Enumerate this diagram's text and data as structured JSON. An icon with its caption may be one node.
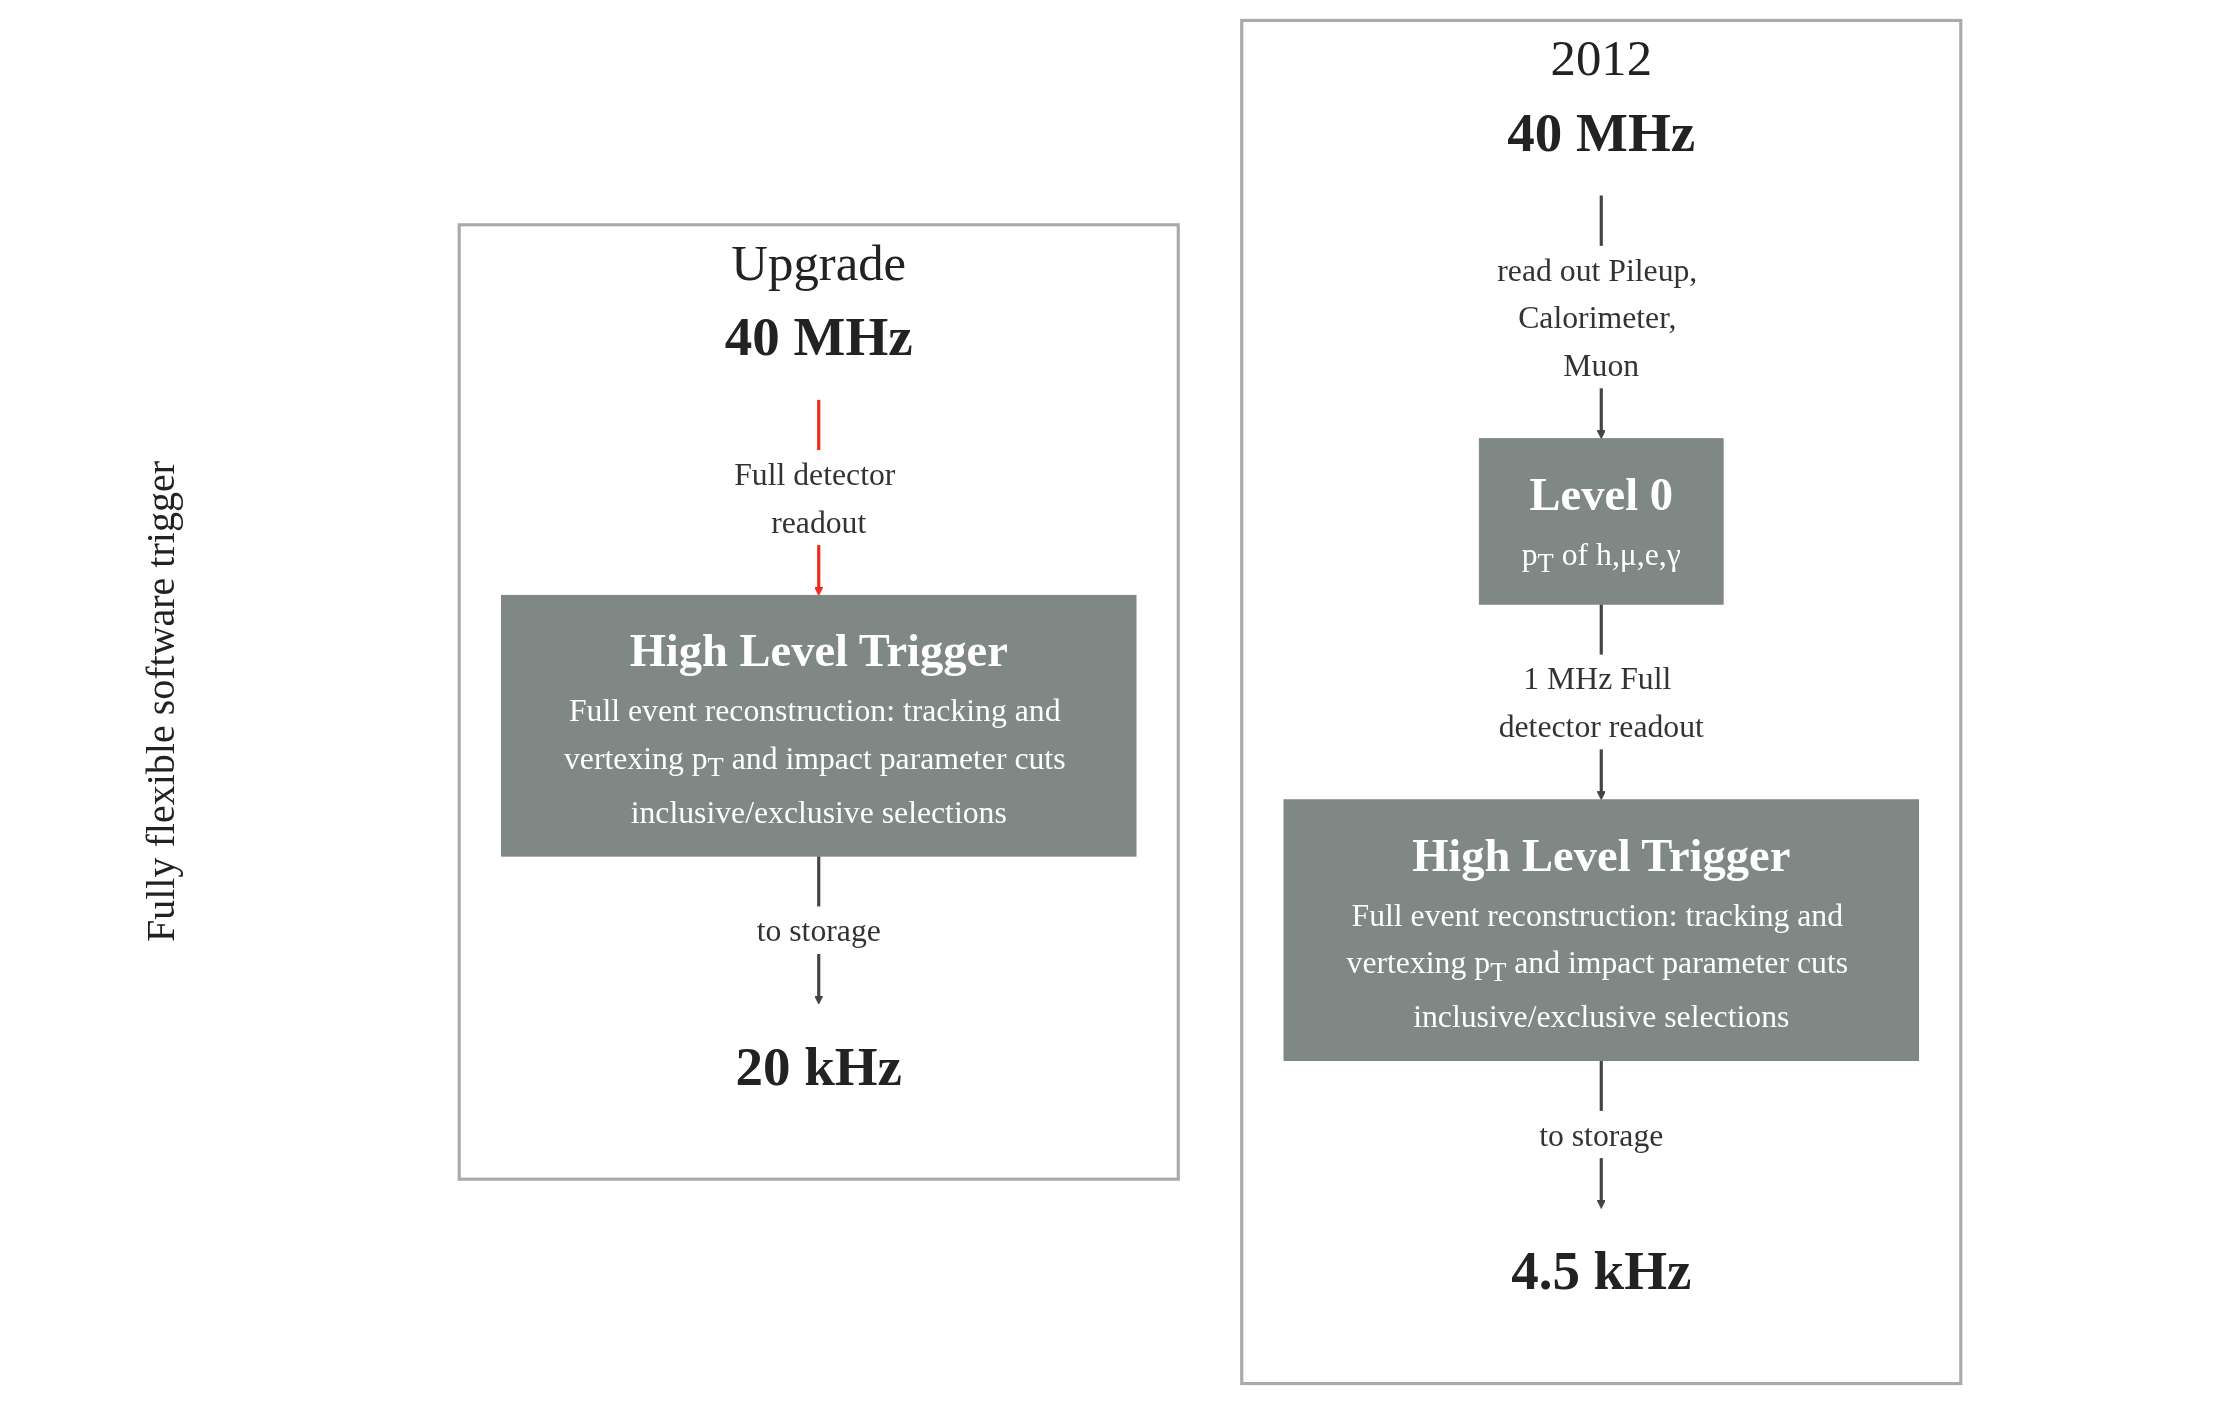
{
  "diagram": {
    "nodes": [
      {
        "text": [
          "2012"
        ]
      },
      {
        "text": [
          "40 MHz"
        ],
        "in": 0
      },
      {
        "text": [
          "Level 0",
          "p$_{T}$ of h,μ,e,γ"
        ],
        "in": 0
      },
      {
        "text": [
          "High Level Trigger",
          "Full event reconstruction: tracking and vertexing p$_{T}$ and impact parameter cuts inclusive/exclusive selections"
        ],
        "in": 0
      },
      {
        "text": [
          "4.5 kHz"
        ],
        "in": 0
      },
      {
        "text": [
          "Upgrade"
        ]
      },
      {
        "text": [
          "40 MHz"
        ],
        "in": 5
      },
      {
        "text": [
          "High Level Trigger",
          "Full event reconstruction: tracking and vertexing p$_{T}$ and impact parameter cuts inclusive/exclusive selections"
        ],
        "in": 5
      },
      {
        "text": [
          "20 kHz"
        ],
        "in": 5
      }
    ],
    "edges": [
      {
        "from": 1,
        "to": 2,
        "arrow": "to",
        "label": "read out Pileup, Calorimeter, Muon"
      },
      {
        "from": 2,
        "to": 3,
        "arrow": "to",
        "label": "1 MHz Full detector readout"
      },
      {
        "from": 3,
        "to": 4,
        "arrow": "to",
        "label": "to storage"
      },
      {
        "from": 6,
        "to": 7,
        "arrow": "to",
        "label": "Full detector readout",
        "color": "#f02a1a"
      },
      {
        "from": 7,
        "to": 8,
        "arrow": "to",
        "label": "to storage"
      }
    ],
    "labels": [
      "Fully flexible software trigger"
    ]
  }
}
